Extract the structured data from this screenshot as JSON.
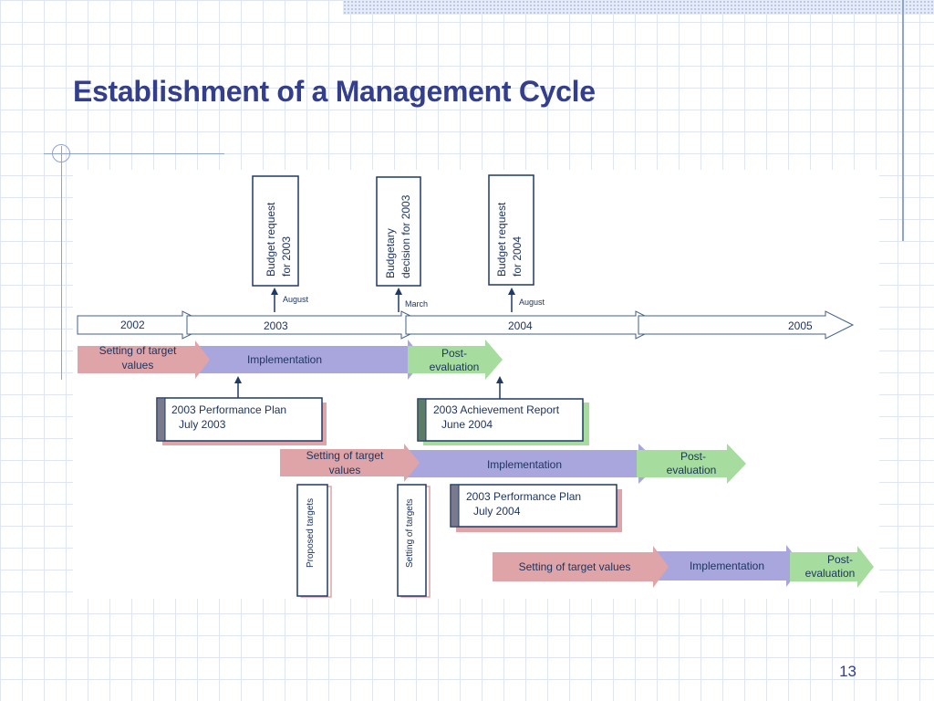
{
  "slide": {
    "title": "Establishment of a Management Cycle",
    "page_number": "13"
  },
  "milestones": [
    {
      "lines": [
        "Budget request",
        "for 2003"
      ],
      "month": "August"
    },
    {
      "lines": [
        "Budgetary",
        "decision for 2003"
      ],
      "month": "March"
    },
    {
      "lines": [
        "Budget request",
        "for 2004"
      ],
      "month": "August"
    }
  ],
  "timeline_years": [
    "2002",
    "2003",
    "2004",
    "2005"
  ],
  "cycles": [
    {
      "setting": [
        "Setting of target",
        "values"
      ],
      "implementation": "Implementation",
      "post": [
        "Post-",
        "evaluation"
      ]
    },
    {
      "setting": [
        "Setting of target",
        "values"
      ],
      "implementation": "Implementation",
      "post": [
        "Post-",
        "evaluation"
      ]
    },
    {
      "setting": [
        "Setting of target values"
      ],
      "implementation": "Implementation",
      "post": [
        "Post-",
        "evaluation"
      ]
    }
  ],
  "documents": [
    {
      "title": "2003 Performance Plan",
      "date": "July 2003"
    },
    {
      "title": "2003 Achievement Report",
      "date": "June 2004"
    },
    {
      "title": "2003 Performance Plan",
      "date": "July 2004"
    }
  ],
  "vertical_labels": [
    "Proposed targets",
    "Setting of  targets"
  ],
  "colors": {
    "title": "#333f8c",
    "setting": "#dfa4a8",
    "implementation": "#a8a6dc",
    "post": "#a6dc9e",
    "outline": "#1f3a66",
    "timeline_stroke": "#3e5f8c",
    "text": "#1e3560"
  }
}
